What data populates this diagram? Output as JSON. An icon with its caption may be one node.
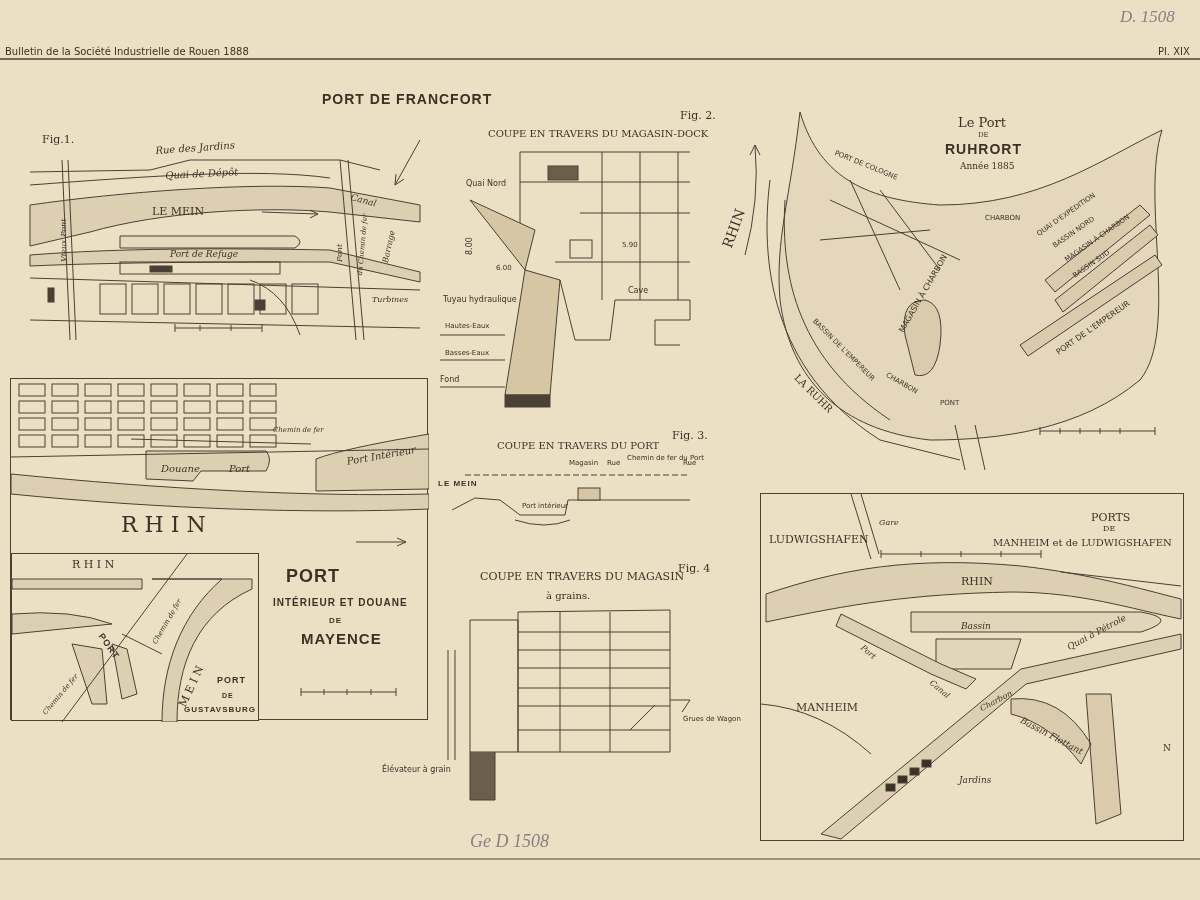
{
  "diagram": {
    "title": "PORT DE FRANCFORT",
    "nodes": [
      {
        "text": [
          "Douane",
          "Port",
          "Port Intérieur",
          "Chemin de fer",
          "R H I N",
          "PORT",
          "INTÉRIEUR ET DOUANE",
          "DE",
          "MAYENCE"
        ]
      },
      {
        "text": [
          "R H I N",
          "PORT",
          "Chemin de fer",
          "M E I N",
          "Chemin de fer",
          "PORT",
          "DE",
          "GUSTAVSBURG"
        ],
        "in": 0
      },
      {
        "text": [
          "LUDWIGSHAFEN",
          "Gare",
          "PORTS",
          "DE",
          "MANHEIM et de LUDWIGSHAFEN",
          "RHIN",
          "Bassin",
          "Port",
          "Canal",
          "Quai à Pétrole",
          "Charbon",
          "MANHEIM",
          "Bassin Flottant",
          "Jardins",
          "N"
        ]
      }
    ],
    "edges": [],
    "labels": [
      "Bulletin de la Société Industrielle de Rouen 1888",
      "D. 1508",
      "Pl. XIX",
      "Fig.1.",
      "Rue des Jardins",
      "Quai de Dépôt",
      "LE MEIN",
      "Canal",
      "Vieux Pont",
      "Pont",
      "du Chemin de fer",
      "Barrage",
      "Port de Refuge",
      "Turbines",
      "Fig. 2.",
      "COUPE EN TRAVERS DU MAGASIN-DOCK",
      "Quai Nord",
      "8.00",
      "6.00",
      "5.90",
      "Cave",
      "Tuyau hydraulique",
      "Hautes-Eaux",
      "Basses-Eaux",
      "Fond",
      "Fig. 3.",
      "COUPE EN TRAVERS DU PORT",
      "LE MEIN",
      "Port intérieur",
      "Magasin",
      "Rue",
      "Chemin de fer du Port",
      "Rue",
      "Fig. 4",
      "COUPE EN TRAVERS DU MAGASIN",
      "à grains.",
      "Grues de Wagon",
      "Élévateur à grain",
      "Le Port",
      "DE",
      "RUHRORT",
      "Année 1885",
      "RHIN",
      "PORT DE COLOGNE",
      "CHARBON",
      "QUAI D'EXPÉDITION",
      "BASSIN NORD",
      "MAGASIN À CHARBON",
      "BASSIN SUD",
      "PORT DE L'EMPEREUR",
      "BASSIN DE L'EMPEREUR",
      "LA RUHR",
      "MAGASIN À CHARBON",
      "CHARBON",
      "PONT",
      "Ge D 1508"
    ]
  }
}
